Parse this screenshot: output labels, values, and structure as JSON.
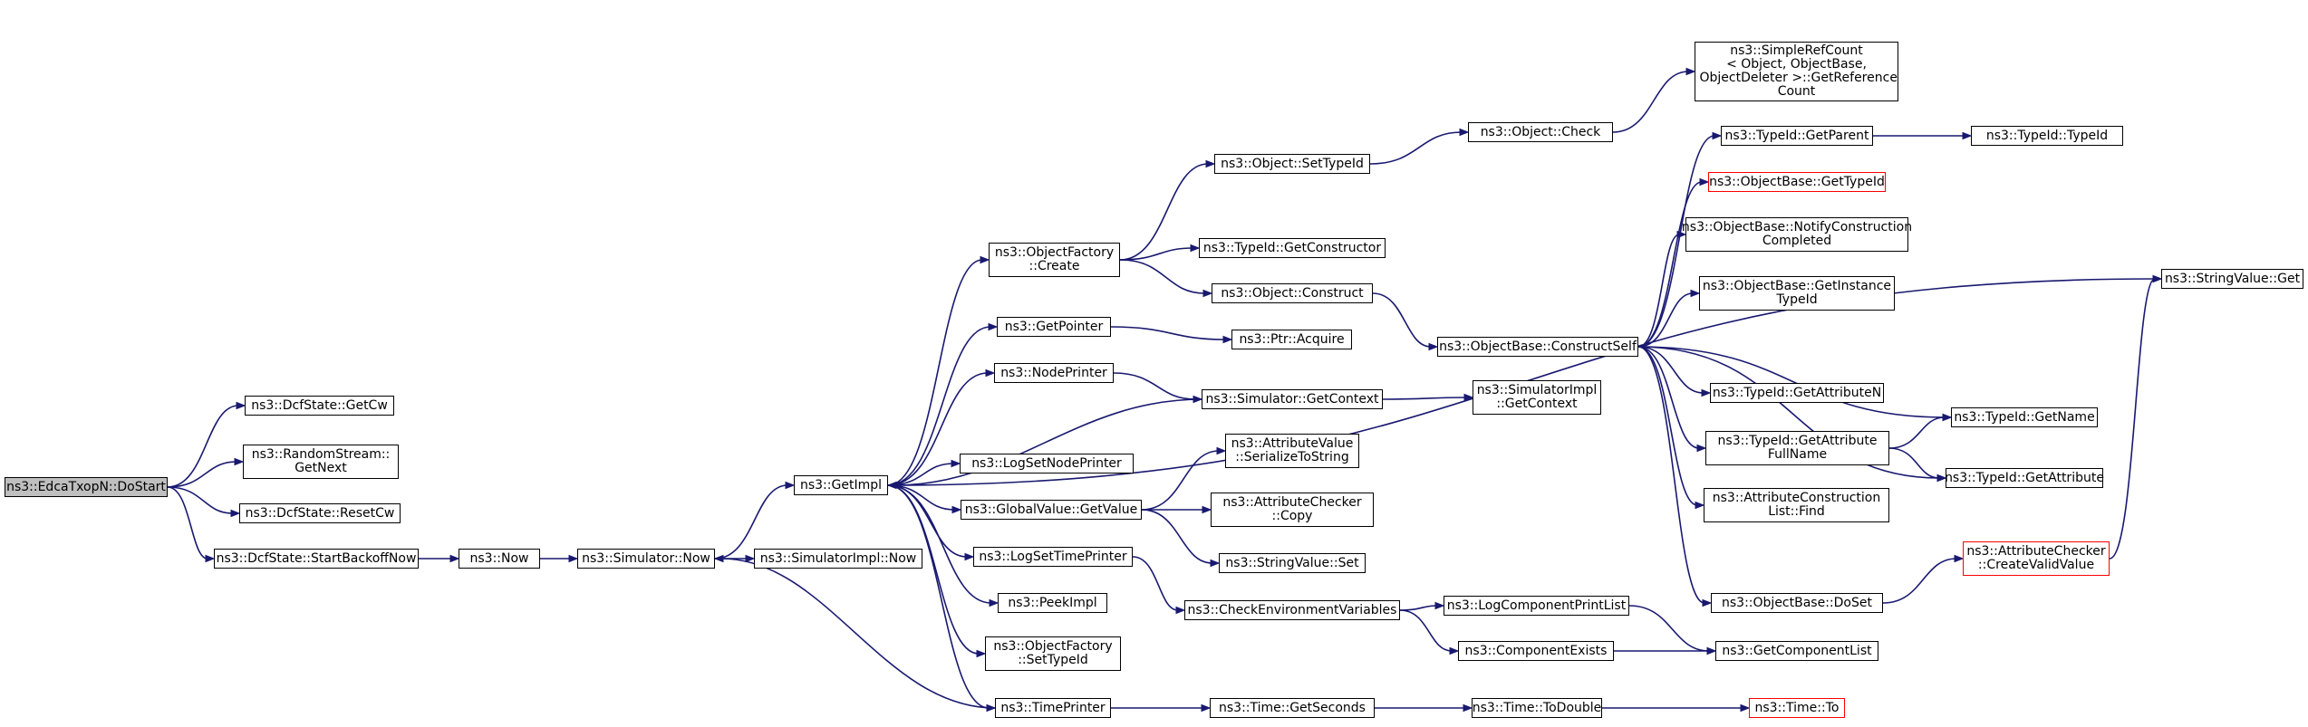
{
  "graph": {
    "nodes": [
      {
        "id": "n0",
        "label": "ns3::EdcaTxopN::DoStart",
        "root": true
      },
      {
        "id": "n1",
        "label": "ns3::DcfState::GetCw"
      },
      {
        "id": "n2",
        "label": "ns3::RandomStream::\nGetNext"
      },
      {
        "id": "n3",
        "label": "ns3::DcfState::ResetCw"
      },
      {
        "id": "n4",
        "label": "ns3::DcfState::StartBackoffNow"
      },
      {
        "id": "n5",
        "label": "ns3::Now"
      },
      {
        "id": "n6",
        "label": "ns3::Simulator::Now"
      },
      {
        "id": "n7",
        "label": "ns3::SimulatorImpl::Now"
      },
      {
        "id": "n8",
        "label": "ns3::GetImpl"
      },
      {
        "id": "n9",
        "label": "ns3::ObjectFactory\n::Create"
      },
      {
        "id": "n10",
        "label": "ns3::GetPointer"
      },
      {
        "id": "n11",
        "label": "ns3::NodePrinter"
      },
      {
        "id": "n12",
        "label": "ns3::LogSetNodePrinter"
      },
      {
        "id": "n13",
        "label": "ns3::GlobalValue::GetValue"
      },
      {
        "id": "n14",
        "label": "ns3::LogSetTimePrinter"
      },
      {
        "id": "n15",
        "label": "ns3::PeekImpl"
      },
      {
        "id": "n16",
        "label": "ns3::ObjectFactory\n::SetTypeId"
      },
      {
        "id": "n17",
        "label": "ns3::TimePrinter"
      },
      {
        "id": "n18",
        "label": "ns3::Object::SetTypeId"
      },
      {
        "id": "n19",
        "label": "ns3::TypeId::GetConstructor"
      },
      {
        "id": "n20",
        "label": "ns3::Object::Construct"
      },
      {
        "id": "n21",
        "label": "ns3::Ptr::Acquire"
      },
      {
        "id": "n22",
        "label": "ns3::Simulator::GetContext"
      },
      {
        "id": "n23",
        "label": "ns3::AttributeValue\n::SerializeToString"
      },
      {
        "id": "n24",
        "label": "ns3::AttributeChecker\n::Copy"
      },
      {
        "id": "n25",
        "label": "ns3::StringValue::Set"
      },
      {
        "id": "n26",
        "label": "ns3::CheckEnvironmentVariables"
      },
      {
        "id": "n27",
        "label": "ns3::Time::GetSeconds"
      },
      {
        "id": "n28",
        "label": "ns3::Object::Check"
      },
      {
        "id": "n29",
        "label": "ns3::ObjectBase::ConstructSelf"
      },
      {
        "id": "n30",
        "label": "ns3::SimulatorImpl\n::GetContext"
      },
      {
        "id": "n31",
        "label": "ns3::LogComponentPrintList"
      },
      {
        "id": "n32",
        "label": "ns3::ComponentExists"
      },
      {
        "id": "n33",
        "label": "ns3::Time::ToDouble"
      },
      {
        "id": "n34",
        "label": "ns3::SimpleRefCount\n< Object, ObjectBase,\n ObjectDeleter >::GetReference\nCount"
      },
      {
        "id": "n35",
        "label": "ns3::TypeId::GetParent"
      },
      {
        "id": "n36",
        "label": "ns3::ObjectBase::GetTypeId",
        "red": true
      },
      {
        "id": "n37",
        "label": "ns3::ObjectBase::NotifyConstruction\nCompleted"
      },
      {
        "id": "n38",
        "label": "ns3::ObjectBase::GetInstance\nTypeId"
      },
      {
        "id": "n39",
        "label": "ns3::TypeId::GetAttributeN"
      },
      {
        "id": "n40",
        "label": "ns3::TypeId::GetAttribute\nFullName"
      },
      {
        "id": "n41",
        "label": "ns3::AttributeConstruction\nList::Find"
      },
      {
        "id": "n42",
        "label": "ns3::ObjectBase::DoSet"
      },
      {
        "id": "n43",
        "label": "ns3::GetComponentList"
      },
      {
        "id": "n44",
        "label": "ns3::Time::To",
        "red": true
      },
      {
        "id": "n45",
        "label": "ns3::TypeId::TypeId"
      },
      {
        "id": "n46",
        "label": "ns3::TypeId::GetName"
      },
      {
        "id": "n47",
        "label": "ns3::TypeId::GetAttribute"
      },
      {
        "id": "n48",
        "label": "ns3::AttributeChecker\n::CreateValidValue",
        "red": true
      },
      {
        "id": "n49",
        "label": "ns3::StringValue::Get"
      }
    ],
    "edges": [
      [
        "n0",
        "n1"
      ],
      [
        "n0",
        "n2"
      ],
      [
        "n0",
        "n3"
      ],
      [
        "n0",
        "n4"
      ],
      [
        "n4",
        "n5"
      ],
      [
        "n5",
        "n6"
      ],
      [
        "n6",
        "n7"
      ],
      [
        "n6",
        "n8"
      ],
      [
        "n8",
        "n9"
      ],
      [
        "n8",
        "n10"
      ],
      [
        "n8",
        "n11"
      ],
      [
        "n8",
        "n12"
      ],
      [
        "n8",
        "n13"
      ],
      [
        "n8",
        "n14"
      ],
      [
        "n8",
        "n15"
      ],
      [
        "n8",
        "n16"
      ],
      [
        "n8",
        "n17"
      ],
      [
        "n8",
        "n49"
      ],
      [
        "n9",
        "n18"
      ],
      [
        "n9",
        "n19"
      ],
      [
        "n9",
        "n20"
      ],
      [
        "n10",
        "n21"
      ],
      [
        "n11",
        "n22"
      ],
      [
        "n22",
        "n8"
      ],
      [
        "n22",
        "n30"
      ],
      [
        "n13",
        "n23"
      ],
      [
        "n13",
        "n24"
      ],
      [
        "n13",
        "n25"
      ],
      [
        "n14",
        "n26"
      ],
      [
        "n17",
        "n6"
      ],
      [
        "n17",
        "n27"
      ],
      [
        "n18",
        "n28"
      ],
      [
        "n28",
        "n34"
      ],
      [
        "n20",
        "n29"
      ],
      [
        "n29",
        "n35"
      ],
      [
        "n29",
        "n36"
      ],
      [
        "n29",
        "n37"
      ],
      [
        "n29",
        "n38"
      ],
      [
        "n29",
        "n39"
      ],
      [
        "n29",
        "n40"
      ],
      [
        "n29",
        "n41"
      ],
      [
        "n29",
        "n42"
      ],
      [
        "n29",
        "n46"
      ],
      [
        "n29",
        "n47"
      ],
      [
        "n35",
        "n45"
      ],
      [
        "n40",
        "n46"
      ],
      [
        "n40",
        "n47"
      ],
      [
        "n42",
        "n48"
      ],
      [
        "n48",
        "n49"
      ],
      [
        "n26",
        "n31"
      ],
      [
        "n26",
        "n32"
      ],
      [
        "n31",
        "n43"
      ],
      [
        "n32",
        "n43"
      ],
      [
        "n27",
        "n33"
      ],
      [
        "n33",
        "n44"
      ]
    ]
  }
}
